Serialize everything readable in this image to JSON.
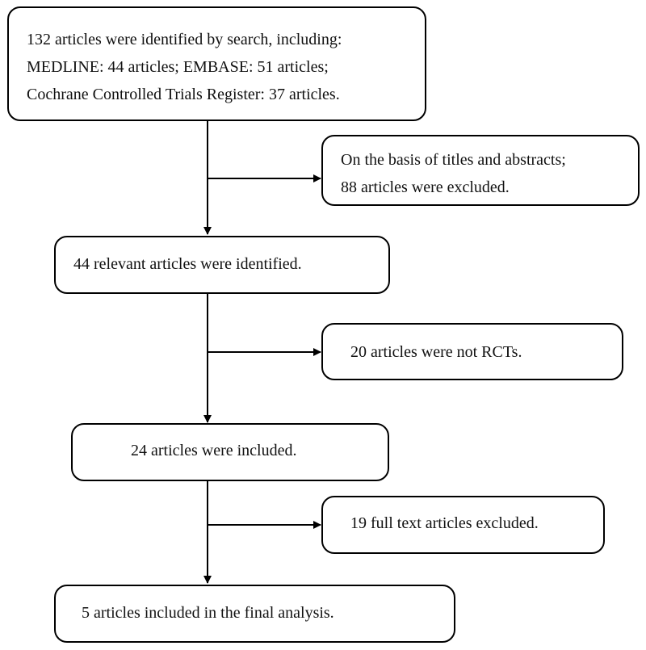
{
  "boxes": {
    "search": {
      "lines": [
        "132 articles were identified by search, including:",
        "MEDLINE: 44 articles; EMBASE: 51 articles;",
        "Cochrane Controlled Trials Register: 37 articles."
      ]
    },
    "excluded_titles": {
      "lines": [
        "On the basis of titles and abstracts;",
        "88 articles were excluded."
      ]
    },
    "relevant": {
      "lines": [
        "44 relevant articles were identified."
      ]
    },
    "not_rct": {
      "lines": [
        "20 articles were not RCTs."
      ]
    },
    "included": {
      "lines": [
        "24 articles were included."
      ]
    },
    "fulltext_excluded": {
      "lines": [
        "19 full text articles excluded."
      ]
    },
    "final": {
      "lines": [
        "5 articles included in the final analysis."
      ]
    }
  },
  "colors": {
    "stroke": "#000000",
    "text": "#111111",
    "background": "#ffffff"
  }
}
